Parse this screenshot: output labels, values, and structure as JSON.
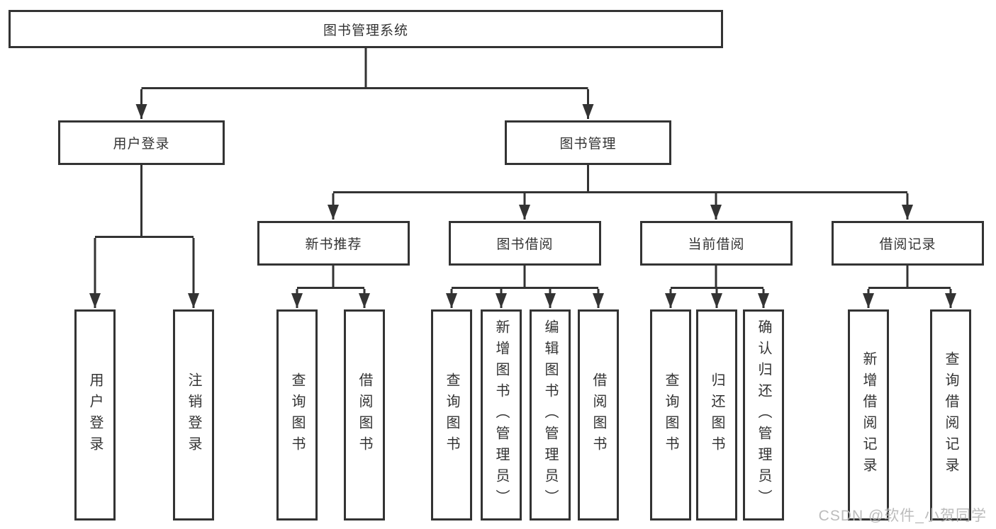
{
  "nodes": {
    "root": {
      "label": "图书管理系统"
    },
    "level1": [
      {
        "label": "用户登录"
      },
      {
        "label": "图书管理"
      }
    ],
    "level2": [
      {
        "label": "新书推荐",
        "parent": "图书管理"
      },
      {
        "label": "图书借阅",
        "parent": "图书管理"
      },
      {
        "label": "当前借阅",
        "parent": "图书管理"
      },
      {
        "label": "借阅记录",
        "parent": "图书管理"
      }
    ],
    "leaves": [
      {
        "label": "用户登录",
        "parent": "用户登录"
      },
      {
        "label": "注销登录",
        "parent": "用户登录"
      },
      {
        "label": "查询图书",
        "parent": "新书推荐"
      },
      {
        "label": "借阅图书",
        "parent": "新书推荐"
      },
      {
        "label": "查询图书",
        "parent": "图书借阅"
      },
      {
        "label": "新增图书（管理员）",
        "parent": "图书借阅"
      },
      {
        "label": "编辑图书（管理员）",
        "parent": "图书借阅"
      },
      {
        "label": "借阅图书",
        "parent": "图书借阅"
      },
      {
        "label": "查询图书",
        "parent": "当前借阅"
      },
      {
        "label": "归还图书",
        "parent": "当前借阅"
      },
      {
        "label": "确认归还（管理员）",
        "parent": "当前借阅"
      },
      {
        "label": "新增借阅记录",
        "parent": "借阅记录"
      },
      {
        "label": "查询借阅记录",
        "parent": "借阅记录"
      }
    ]
  },
  "watermark": {
    "text": "CSDN @软件_小贺同学",
    "color": "#b6b6b6"
  },
  "colors": {
    "line": "#333333",
    "box_border": "#333333",
    "text": "#333333",
    "background": "#ffffff"
  }
}
